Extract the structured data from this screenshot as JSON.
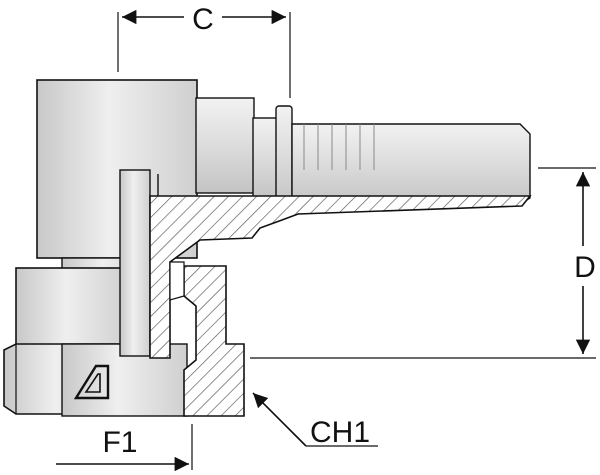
{
  "labels": {
    "c": "C",
    "d": "D",
    "f1": "F1",
    "ch1": "CH1"
  },
  "colors": {
    "body_light": "#eaeaea",
    "body_mid": "#d6d6d6",
    "body_dark": "#bdbdbd",
    "line": "#111111",
    "hatch": "#555555"
  },
  "logo_icon": "manufacturer-triangle-logo-icon"
}
